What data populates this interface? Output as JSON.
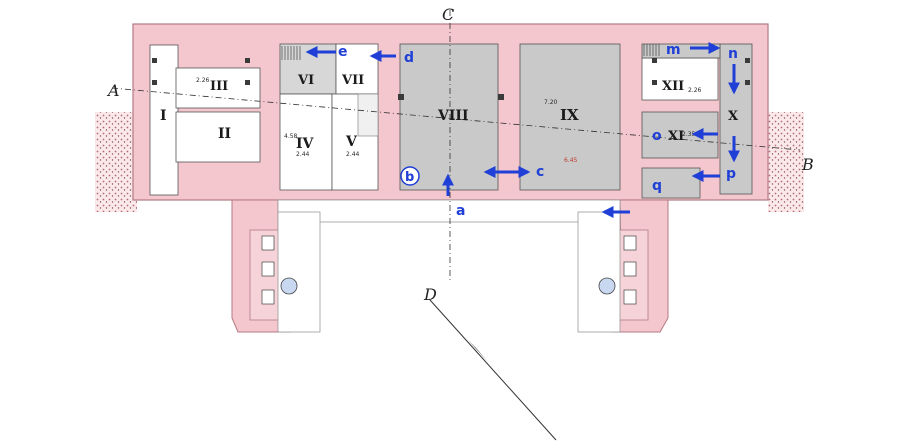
{
  "rooms": {
    "I": "I",
    "II": "II",
    "III": "III",
    "IV": "IV",
    "V": "V",
    "VI": "VI",
    "VII": "VII",
    "VIII": "VIII",
    "IX": "IX",
    "X": "X",
    "XI": "XI",
    "XII": "XII"
  },
  "markers": {
    "a": "a",
    "b": "b",
    "c": "c",
    "d": "d",
    "e": "e",
    "m": "m",
    "n": "n",
    "o": "o",
    "p": "p",
    "q": "q"
  },
  "section_letters": {
    "A": "A",
    "B": "B",
    "C": "C",
    "D": "D"
  },
  "dimensions": {
    "d_226_left": "2.26",
    "d_226_right": "2.26",
    "d_244_a": "2.44",
    "d_244_b": "2.44",
    "d_720": "7.20",
    "d_458": "4.58",
    "d_235": "2.35",
    "d_645": "6.45"
  },
  "colors": {
    "wall": "#f4c6cd",
    "wall_edge": "#c98a93",
    "room_grey": "#c9c9c9",
    "arrow": "#1f3fd6",
    "earth": "#d9a3a8"
  }
}
